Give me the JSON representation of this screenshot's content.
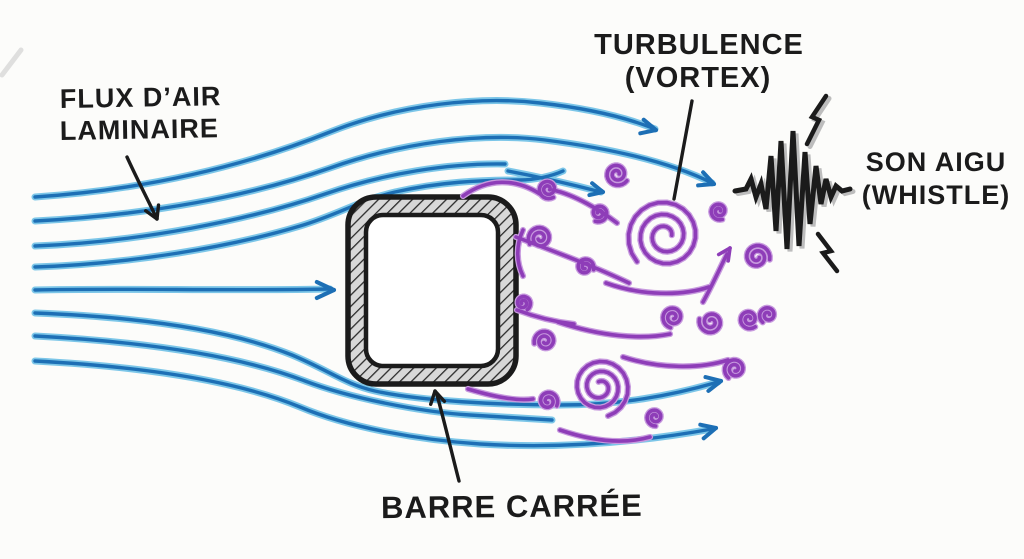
{
  "diagram": {
    "labels": {
      "laminar_flow": {
        "line1": "FLUX D’AIR",
        "line2": "LAMINAIRE"
      },
      "turbulence": {
        "line1": "TURBULENCE",
        "line2": "(VORTEX)"
      },
      "sound": {
        "line1": "SON AIGU",
        "line2": "(WHISTLE)"
      },
      "bar": "BARRE CARRÉE"
    },
    "colors": {
      "background": "#fcfcfa",
      "ink_black": "#1b1b1b",
      "stream_blue": "#1d6fb5",
      "stream_blue_light": "#7cc6e8",
      "vortex_purple": "#8e3db8",
      "vortex_purple_light": "#c79ade",
      "bar_fill": "#d8d8d8"
    }
  }
}
